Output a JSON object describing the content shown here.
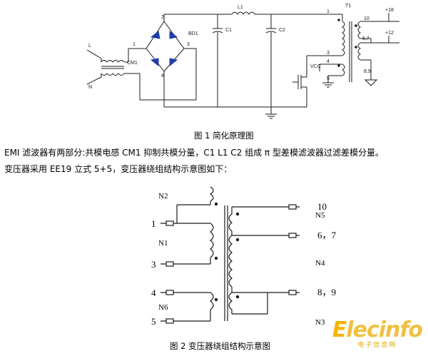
{
  "schematic": {
    "labels": {
      "L": "L",
      "N": "N",
      "CM1": "CM1",
      "BD1": "BD1",
      "L1": "L1",
      "C1": "C1",
      "C2": "C2",
      "T1": "T1",
      "pin1a": "1",
      "pin2": "2",
      "pin3a": "3",
      "pin4a": "4",
      "pin1": "1",
      "pin3": "3",
      "pin4": "4",
      "pin5": "5",
      "pin10": "10",
      "pin67": "6,7",
      "pin89": "8,9",
      "plus18": "+18",
      "plus12": "+12",
      "vcc": "VCC"
    },
    "caption": "图 1 简化原理图"
  },
  "text": {
    "line1": "EMI 滤波器有两部分:共模电感 CM1 抑制共模分量，C1 L1 C2 组成 π 型差模滤波器过滤差模分量。",
    "line2": "变压器采用 EE19  立式 5+5，变压器绕组结构示意图如下："
  },
  "winding": {
    "labels": {
      "N2": "N2",
      "N1": "N1",
      "N6": "N6",
      "N5": "N5",
      "N4": "N4",
      "N3": "N3",
      "p1": "1",
      "p3": "3",
      "p4": "4",
      "p5": "5",
      "p10": "10",
      "p67": "6，7",
      "p89": "8，9"
    },
    "caption": "图 2  变压器绕组结构示意图"
  },
  "watermark": {
    "first": "E",
    "rest": "lecinfo",
    "sub": "电子信息网"
  },
  "colors": {
    "line": "#1b1b1b",
    "diode": "#1f3ea8",
    "watermark": "#f5b400"
  }
}
